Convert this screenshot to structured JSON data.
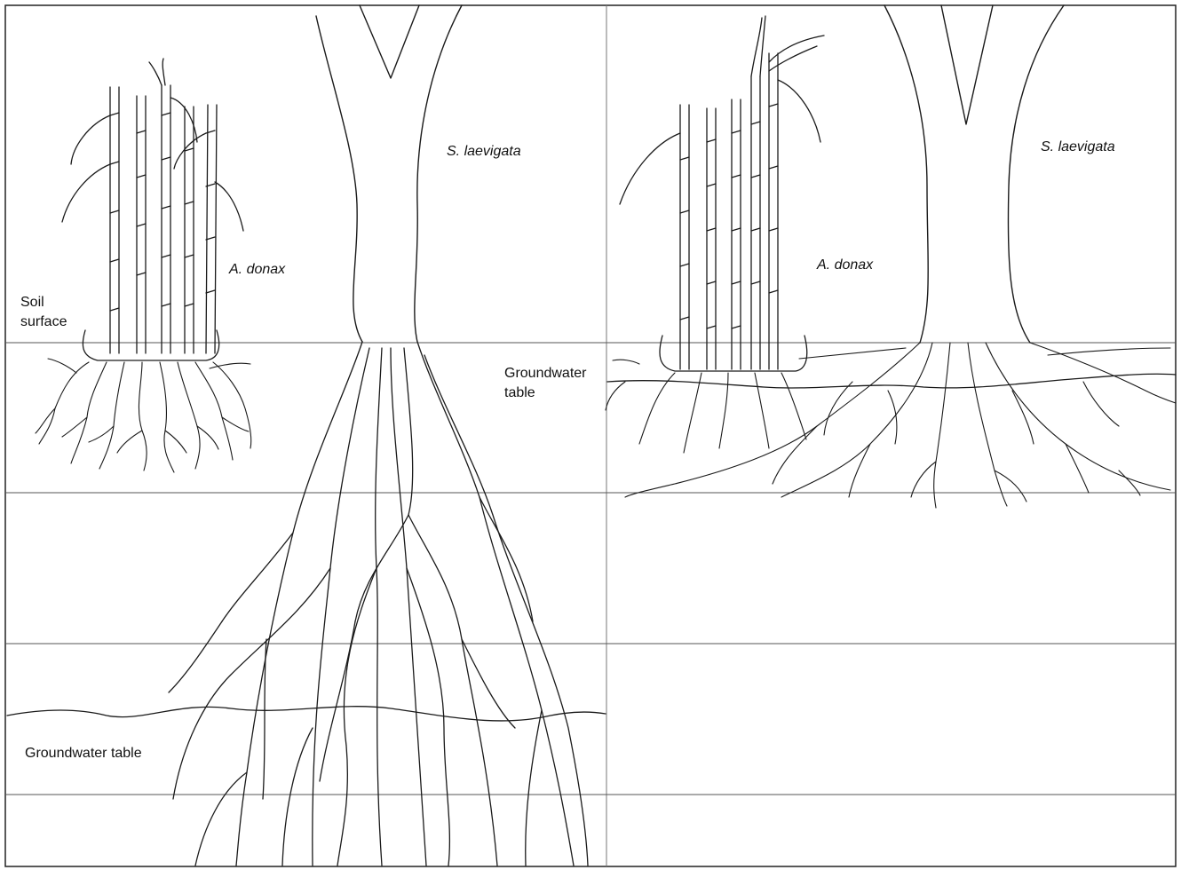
{
  "left_panel": {
    "species_tree": "S. laevigata",
    "species_reed": "A. donax",
    "soil_surface": [
      "Soil",
      "surface"
    ],
    "groundwater_table": "Groundwater table"
  },
  "right_panel": {
    "species_tree": "S. laevigata",
    "species_reed": "A. donax",
    "groundwater_table": [
      "Groundwater",
      "table"
    ]
  },
  "colors": {
    "ink": "#1a1a1a",
    "grid_line": "#555555",
    "background": "#ffffff"
  }
}
